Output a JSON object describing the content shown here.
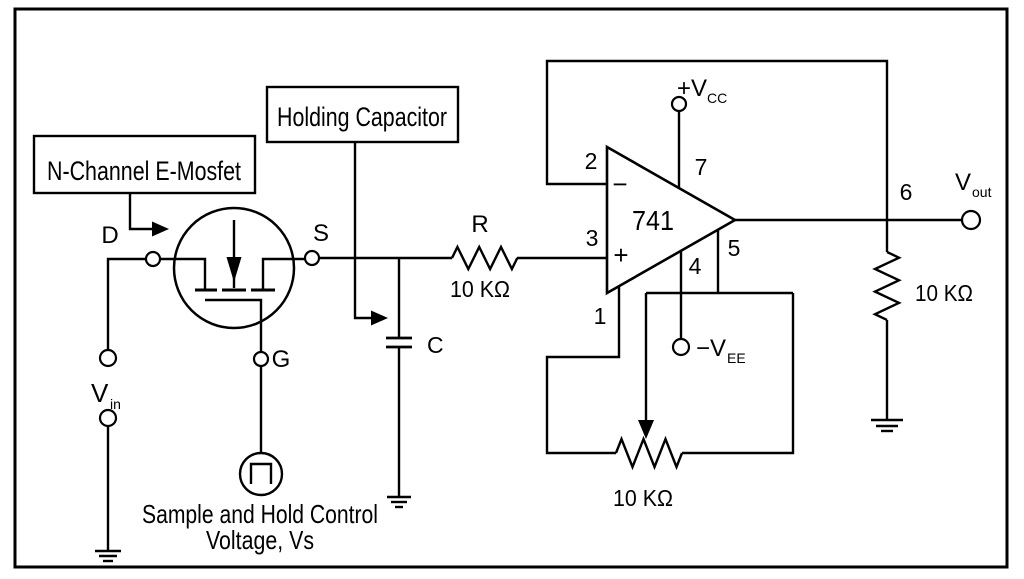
{
  "colors": {
    "ink": "#000000",
    "background": "#ffffff"
  },
  "diagram": {
    "callouts": {
      "mosfet": "N-Channel E-Mosfet",
      "capacitor": "Holding Capacitor"
    },
    "mosfet": {
      "drain": "D",
      "source": "S",
      "gate": "G"
    },
    "input": {
      "vin_base": "V",
      "vin_sub": "in"
    },
    "control": {
      "line1": "Sample and Hold Control",
      "line2": "Voltage, Vs"
    },
    "cap": {
      "label": "C"
    },
    "r_series": {
      "label": "R",
      "value": "10 KΩ"
    },
    "opamp": {
      "part": "741",
      "minus": "−",
      "plus": "+",
      "pin1": "1",
      "pin2": "2",
      "pin3": "3",
      "pin4": "4",
      "pin5": "5",
      "pin6": "6",
      "pin7": "7"
    },
    "supply": {
      "vcc_base": "+V",
      "vcc_sub": "CC",
      "vee_base": "−V",
      "vee_sub": "EE"
    },
    "pot": {
      "value": "10 KΩ"
    },
    "output": {
      "vout_base": "V",
      "vout_sub": "out",
      "load_value": "10 KΩ"
    }
  }
}
